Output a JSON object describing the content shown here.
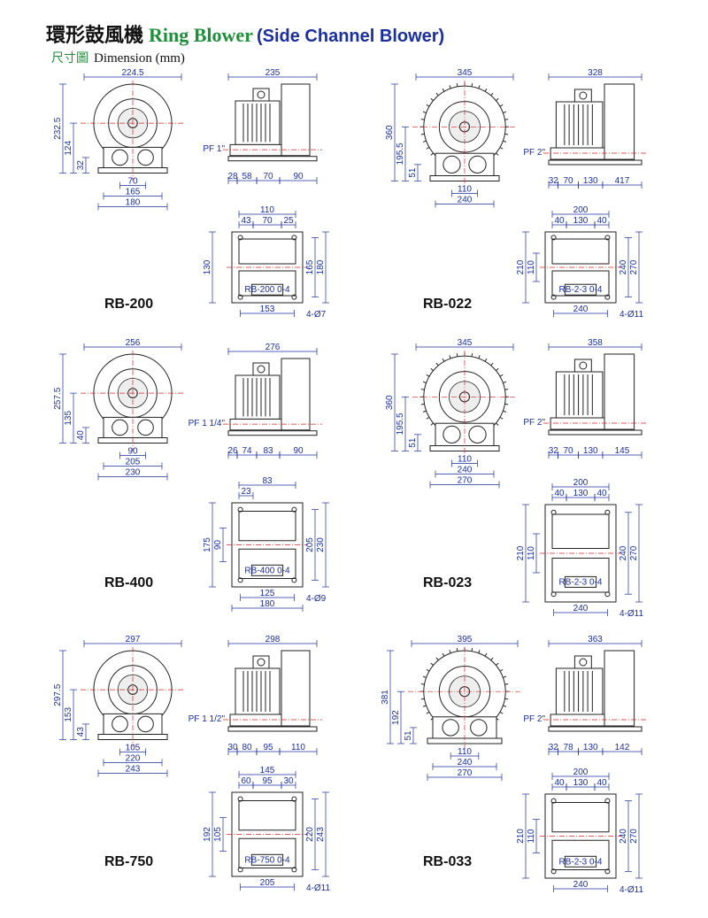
{
  "header": {
    "title_cn": "環形鼓風機",
    "title_en": "Ring Blower",
    "title_sub": "(Side Channel Blower)",
    "dim_cn": "尺寸圖",
    "dim_en": "Dimension (mm)"
  },
  "models": [
    {
      "name": "RB-200",
      "front": {
        "w": "224.5",
        "h": "232.5",
        "h2": "124",
        "h3": "32",
        "b1": "70",
        "b2": "165",
        "b3": "180"
      },
      "side": {
        "w": "235",
        "pf": "PF 1\"",
        "b": [
          "28",
          "58",
          "70",
          "90"
        ]
      },
      "plan": {
        "top": [
          "110",
          "43",
          "70",
          "25"
        ],
        "left": "130",
        "right": [
          "165",
          "180"
        ],
        "bottom": "153",
        "holes": "4-Ø7",
        "plate": "RB-200 0-4"
      }
    },
    {
      "name": "RB-022",
      "front": {
        "w": "345",
        "h": "360",
        "h2": "195.5",
        "h3": "51",
        "b1": "110",
        "b2": "240"
      },
      "side": {
        "w": "328",
        "pf": "PF 2\"",
        "b": [
          "32",
          "70",
          "130",
          "417"
        ]
      },
      "plan": {
        "top": [
          "200",
          "40",
          "130",
          "40"
        ],
        "left": [
          "210",
          "110"
        ],
        "right": [
          "240",
          "270"
        ],
        "bottom": "240",
        "holes": "4-Ø11",
        "plate": "RB-2-3 0-4"
      }
    },
    {
      "name": "RB-400",
      "front": {
        "w": "256",
        "h": "257.5",
        "h2": "135",
        "h3": "40",
        "b1": "90",
        "b2": "205",
        "b3": "230"
      },
      "side": {
        "w": "276",
        "pf": "PF 1 1/4\"",
        "b": [
          "26",
          "74",
          "83",
          "90"
        ]
      },
      "plan": {
        "top": [
          "83",
          "23"
        ],
        "left": [
          "175",
          "90"
        ],
        "right": [
          "205",
          "230"
        ],
        "bottom": [
          "125",
          "180"
        ],
        "holes": "4-Ø9",
        "plate": "RB-400 0-4"
      }
    },
    {
      "name": "RB-023",
      "front": {
        "w": "345",
        "h": "360",
        "h2": "195.5",
        "h3": "51",
        "b1": "110",
        "b2": "240",
        "b3": "270"
      },
      "side": {
        "w": "358",
        "pf": "PF 2\"",
        "b": [
          "32",
          "70",
          "130",
          "145"
        ]
      },
      "plan": {
        "top": [
          "200",
          "40",
          "130",
          "40"
        ],
        "left": [
          "210",
          "110"
        ],
        "right": [
          "240",
          "270"
        ],
        "bottom": "240",
        "holes": "4-Ø11",
        "plate": "RB-2-3 0-4"
      }
    },
    {
      "name": "RB-750",
      "front": {
        "w": "297",
        "h": "297.5",
        "h2": "153",
        "h3": "43",
        "b1": "105",
        "b2": "220",
        "b3": "243"
      },
      "side": {
        "w": "298",
        "pf": "PF 1 1/2\"",
        "b": [
          "30",
          "80",
          "95",
          "110"
        ]
      },
      "plan": {
        "top": [
          "145",
          "60",
          "95",
          "30"
        ],
        "left": [
          "192",
          "105"
        ],
        "right": [
          "220",
          "243"
        ],
        "bottom": "205",
        "holes": "4-Ø11",
        "plate": "RB-750 0-4"
      }
    },
    {
      "name": "RB-033",
      "front": {
        "w": "395",
        "h": "381",
        "h2": "192",
        "h3": "51",
        "b1": "110",
        "b2": "240",
        "b3": "270"
      },
      "side": {
        "w": "363",
        "pf": "PF 2\"",
        "b": [
          "32",
          "78",
          "130",
          "142"
        ]
      },
      "plan": {
        "top": [
          "200",
          "40",
          "130",
          "40"
        ],
        "left": [
          "210",
          "110"
        ],
        "right": [
          "240",
          "270"
        ],
        "bottom": "240",
        "holes": "4-Ø11",
        "plate": "RB-2-3 0-4"
      }
    }
  ],
  "colors": {
    "dimension": "#1a2fa0",
    "centerline": "#dd2222",
    "title_en": "#1e8f3a",
    "title_sub": "#1b2f9e"
  }
}
